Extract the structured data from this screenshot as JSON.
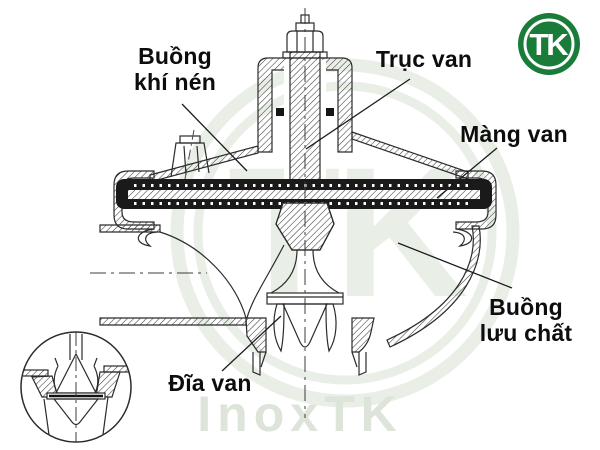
{
  "branding": {
    "logo_text": "TK",
    "logo_green": "#1a7c39",
    "watermark_text": "InoxTK",
    "watermark_logo_text": "TK",
    "watermark_text_color": "#dde4da",
    "watermark_logo_color": "#e9efe7"
  },
  "diagram": {
    "labels": {
      "air_chamber": "Buồng\nkhí nén",
      "valve_stem": "Trục van",
      "diaphragm": "Màng van",
      "fluid_chamber": "Buồng\nlưu chất",
      "valve_disc": "Đĩa van"
    }
  }
}
